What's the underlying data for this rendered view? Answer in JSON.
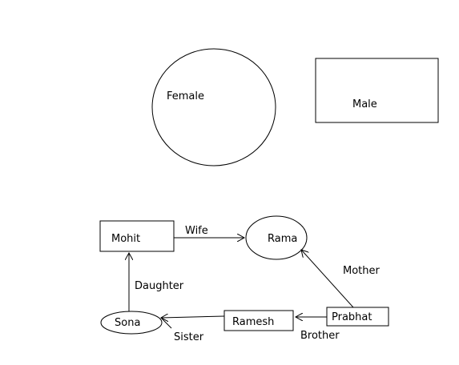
{
  "legend": {
    "female_label": "Female",
    "male_label": "Male"
  },
  "nodes": {
    "mohit": "Mohit",
    "rama": "Rama",
    "sona": "Sona",
    "ramesh": "Ramesh",
    "prabhat": "Prabhat"
  },
  "relations": {
    "wife": "Wife",
    "daughter": "Daughter",
    "mother": "Mother",
    "sister": "Sister",
    "brother": "Brother"
  },
  "colors": {
    "stroke": "#000000",
    "background": "#ffffff"
  }
}
